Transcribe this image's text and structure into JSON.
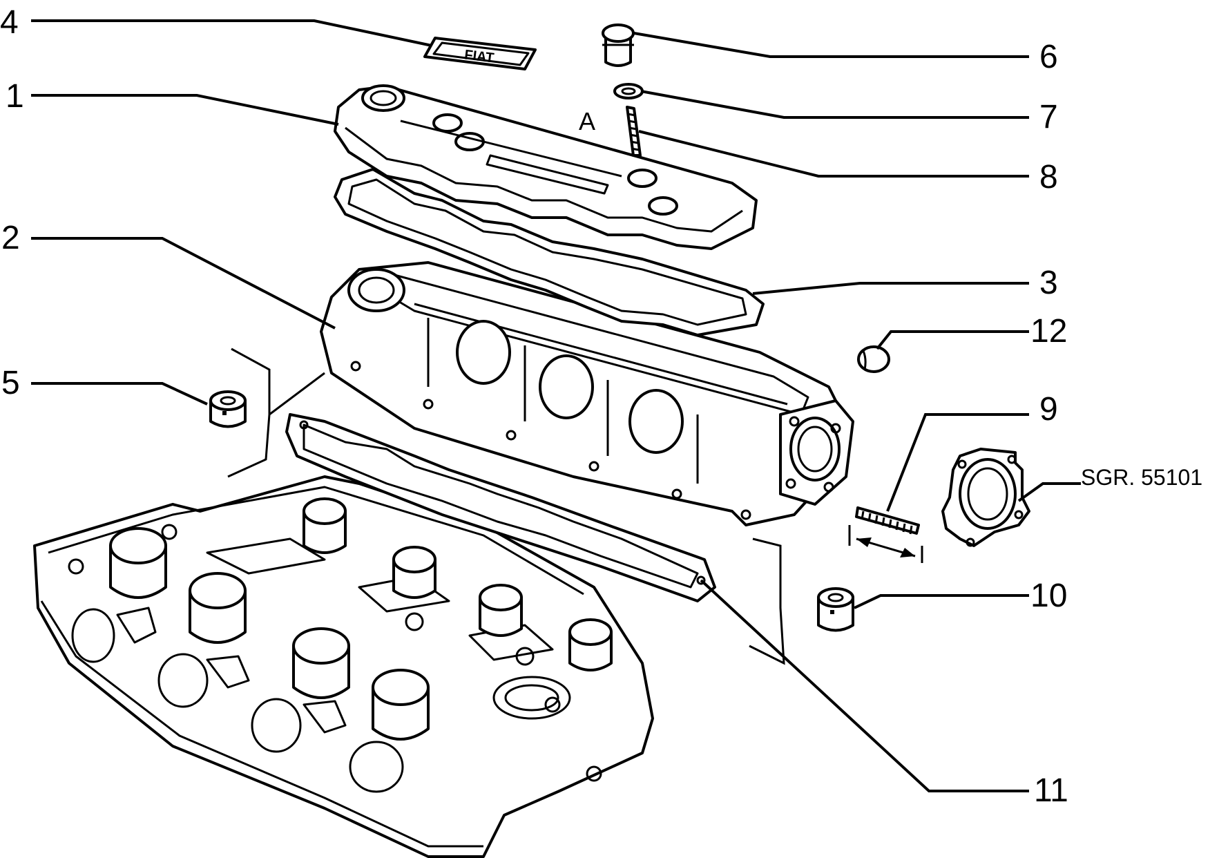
{
  "callouts": [
    {
      "id": "1",
      "text": "1"
    },
    {
      "id": "2",
      "text": "2"
    },
    {
      "id": "3",
      "text": "3"
    },
    {
      "id": "4",
      "text": "4"
    },
    {
      "id": "5",
      "text": "5"
    },
    {
      "id": "6",
      "text": "6"
    },
    {
      "id": "7",
      "text": "7"
    },
    {
      "id": "8",
      "text": "8"
    },
    {
      "id": "9",
      "text": "9"
    },
    {
      "id": "10",
      "text": "10"
    },
    {
      "id": "11",
      "text": "11"
    },
    {
      "id": "12",
      "text": "12"
    }
  ],
  "view_marker": "A",
  "reference": "SGR. 55101",
  "emblem_text": "FIAT"
}
